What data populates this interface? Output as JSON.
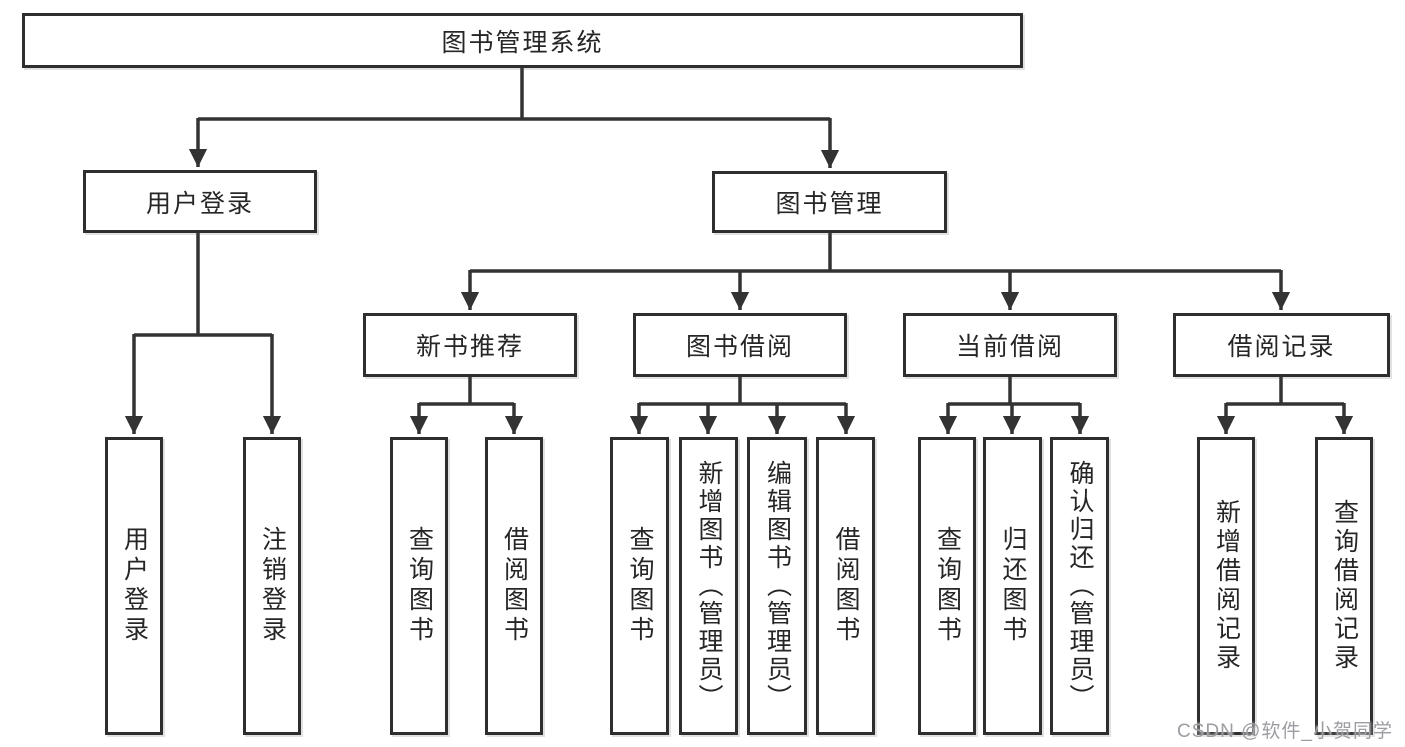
{
  "diagram_type": "hierarchy-tree",
  "root": {
    "label": "图书管理系统"
  },
  "level2": {
    "user_login": {
      "label": "用户登录",
      "children": [
        "用户登录",
        "注销登录"
      ]
    },
    "book_mgmt": {
      "label": "图书管理"
    }
  },
  "level3": {
    "new_books": {
      "label": "新书推荐",
      "children": [
        "查询图书",
        "借阅图书"
      ]
    },
    "borrow": {
      "label": "图书借阅",
      "children": [
        "查询图书",
        "新增图书（管理员）",
        "编辑图书（管理员）",
        "借阅图书"
      ]
    },
    "current": {
      "label": "当前借阅",
      "children": [
        "查询图书",
        "归还图书",
        "确认归还（管理员）"
      ]
    },
    "records": {
      "label": "借阅记录",
      "children": [
        "新增借阅记录",
        "查询借阅记录"
      ]
    }
  },
  "watermark": "CSDN @软件_小贺同学",
  "colors": {
    "line": "#333333",
    "text": "#262626",
    "box_background": "#ffffff",
    "watermark_text": "#9c9ca2"
  }
}
